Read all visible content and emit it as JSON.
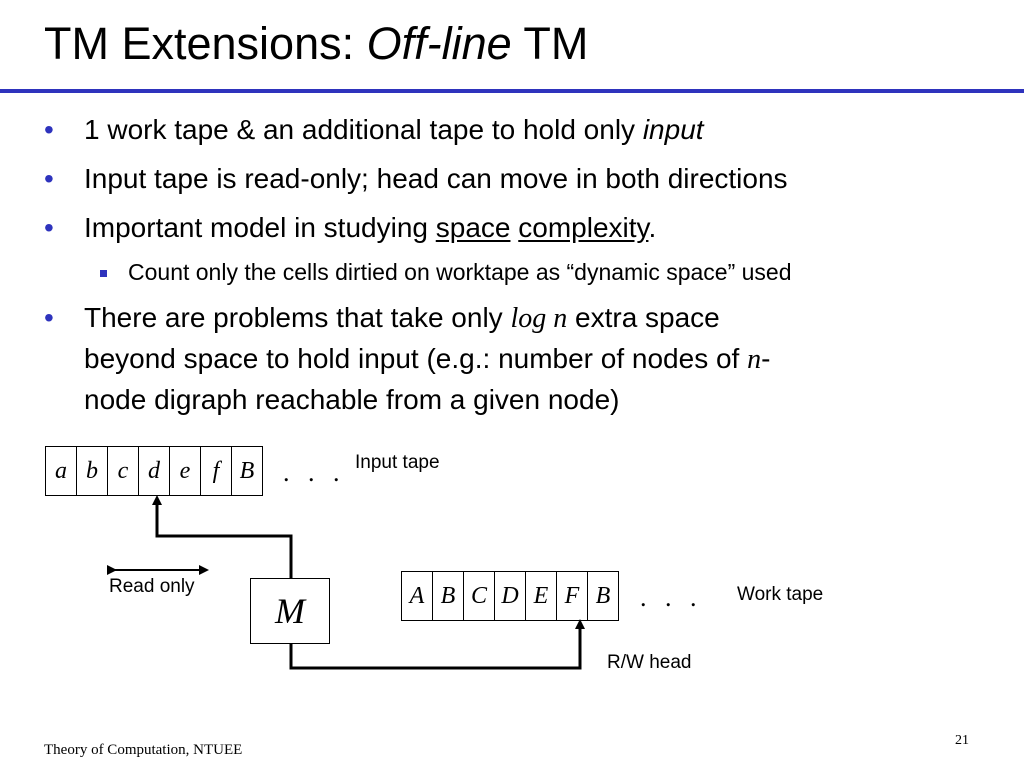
{
  "slide": {
    "title_prefix": "TM Extensions: ",
    "title_italic": "Off-line",
    "title_suffix": " TM",
    "bullet_glyph": "•",
    "bullets": [
      {
        "text": "1 work tape & an additional tape to hold only ",
        "italic": "input"
      },
      {
        "text": "Input tape is read-only;  head can move in both directions"
      },
      {
        "text": "Important model in studying ",
        "u1": "space",
        "u2": "complexity",
        "end": "."
      },
      {
        "line1": "There are problems that take only ",
        "math": "log n",
        "line1_end": " extra space",
        "line2": "beyond space to hold input (e.g.:  number of nodes of ",
        "math2": "n",
        "line2_end": "-",
        "line3": "node digraph reachable from a given node)"
      }
    ],
    "sub_bullet": "Count only the cells dirtied on worktape as “dynamic space” used"
  },
  "diagram": {
    "input_tape": [
      "a",
      "b",
      "c",
      "d",
      "e",
      "f",
      "B"
    ],
    "work_tape": [
      "A",
      "B",
      "C",
      "D",
      "E",
      "F",
      "B"
    ],
    "ellipsis": ". . .",
    "input_tape_label": "Input tape",
    "work_tape_label": "Work tape",
    "read_only_label": "Read only",
    "rw_head_label": "R/W head",
    "machine_label": "M"
  },
  "footer": {
    "course": "Theory of Computation, NTUEE",
    "page": "21"
  },
  "colors": {
    "accent": "#2e33bd"
  }
}
